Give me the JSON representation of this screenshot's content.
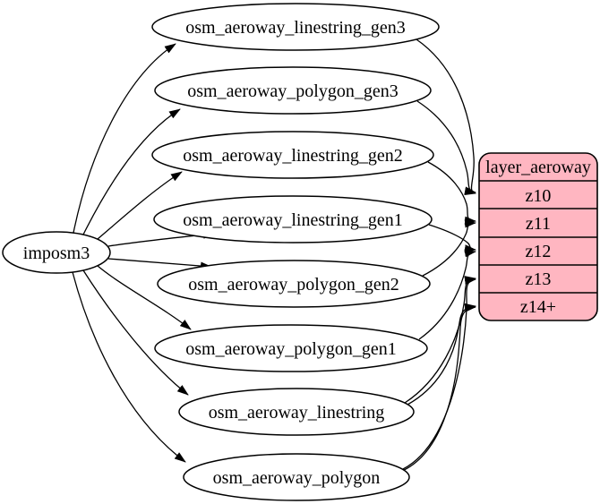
{
  "diagram": {
    "kind": "etl-graph",
    "background": "#ffffff",
    "edge_color": "#000000",
    "node_fill": "#ffffff",
    "node_stroke": "#000000",
    "source_node": {
      "label": "imposm3"
    },
    "table_nodes": [
      {
        "label": "osm_aeroway_linestring_gen3"
      },
      {
        "label": "osm_aeroway_polygon_gen3"
      },
      {
        "label": "osm_aeroway_linestring_gen2"
      },
      {
        "label": "osm_aeroway_linestring_gen1"
      },
      {
        "label": "osm_aeroway_polygon_gen2"
      },
      {
        "label": "osm_aeroway_polygon_gen1"
      },
      {
        "label": "osm_aeroway_linestring"
      },
      {
        "label": "osm_aeroway_polygon"
      }
    ],
    "layer_node": {
      "title": "layer_aeroway",
      "rows": [
        "z10",
        "z11",
        "z12",
        "z13",
        "z14+"
      ],
      "fill": "#ffb6c1",
      "stroke": "#000000"
    },
    "edges": [
      {
        "from": "imposm3",
        "to": "osm_aeroway_linestring_gen3"
      },
      {
        "from": "imposm3",
        "to": "osm_aeroway_polygon_gen3"
      },
      {
        "from": "imposm3",
        "to": "osm_aeroway_linestring_gen2"
      },
      {
        "from": "imposm3",
        "to": "osm_aeroway_linestring_gen1"
      },
      {
        "from": "imposm3",
        "to": "osm_aeroway_polygon_gen2"
      },
      {
        "from": "imposm3",
        "to": "osm_aeroway_polygon_gen1"
      },
      {
        "from": "imposm3",
        "to": "osm_aeroway_linestring"
      },
      {
        "from": "imposm3",
        "to": "osm_aeroway_polygon"
      },
      {
        "from": "osm_aeroway_linestring_gen3",
        "to": "layer_aeroway:z10"
      },
      {
        "from": "osm_aeroway_polygon_gen3",
        "to": "layer_aeroway:z10"
      },
      {
        "from": "osm_aeroway_linestring_gen2",
        "to": "layer_aeroway:z11"
      },
      {
        "from": "osm_aeroway_polygon_gen2",
        "to": "layer_aeroway:z11"
      },
      {
        "from": "osm_aeroway_linestring_gen1",
        "to": "layer_aeroway:z12"
      },
      {
        "from": "osm_aeroway_polygon_gen1",
        "to": "layer_aeroway:z12"
      },
      {
        "from": "osm_aeroway_linestring",
        "to": "layer_aeroway:z13"
      },
      {
        "from": "osm_aeroway_linestring",
        "to": "layer_aeroway:z14+"
      },
      {
        "from": "osm_aeroway_polygon",
        "to": "layer_aeroway:z13"
      },
      {
        "from": "osm_aeroway_polygon",
        "to": "layer_aeroway:z14+"
      }
    ]
  }
}
